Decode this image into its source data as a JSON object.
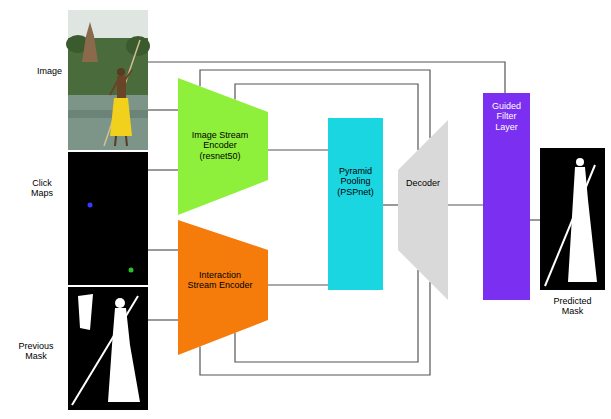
{
  "diagram": {
    "nodes": [
      {
        "text": [
          "Image"
        ]
      },
      {
        "text": [
          "Click Maps"
        ]
      },
      {
        "text": [
          "Previous Mask"
        ]
      },
      {
        "text": [
          "Image Stream Encoder (resnet50)"
        ]
      },
      {
        "text": [
          "Interaction Stream Encoder"
        ]
      },
      {
        "text": [
          "Pyramid Pooling (PSPnet)"
        ]
      },
      {
        "text": [
          "Decoder"
        ]
      },
      {
        "text": [
          "Guided Filter Layer"
        ]
      },
      {
        "text": [
          "Predicted Mask"
        ]
      }
    ],
    "edges": [
      {
        "from": 0,
        "to": 3,
        "arrow": "none"
      },
      {
        "from": 0,
        "to": 7,
        "arrow": "none"
      },
      {
        "from": 1,
        "to": 3,
        "arrow": "none"
      },
      {
        "from": 1,
        "to": 4,
        "arrow": "none"
      },
      {
        "from": 2,
        "to": 4,
        "arrow": "none"
      },
      {
        "from": 3,
        "to": 5,
        "arrow": "none"
      },
      {
        "from": 4,
        "to": 5,
        "arrow": "none"
      },
      {
        "from": 3,
        "to": 6,
        "arrow": "none"
      },
      {
        "from": 3,
        "to": 6,
        "arrow": "none"
      },
      {
        "from": 4,
        "to": 6,
        "arrow": "none"
      },
      {
        "from": 4,
        "to": 6,
        "arrow": "none"
      },
      {
        "from": 5,
        "to": 6,
        "arrow": "none"
      },
      {
        "from": 6,
        "to": 7,
        "arrow": "none"
      },
      {
        "from": 7,
        "to": 8,
        "arrow": "none"
      }
    ]
  }
}
